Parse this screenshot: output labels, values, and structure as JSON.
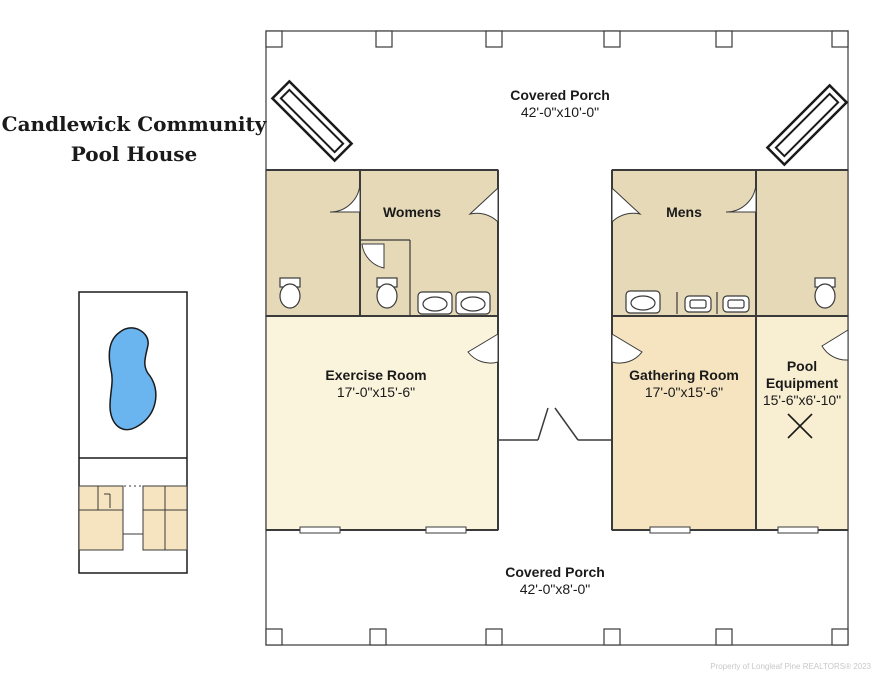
{
  "title": {
    "line1": "Candlewick Community",
    "line2": "Pool House"
  },
  "rooms": {
    "porch_top": {
      "name": "Covered Porch",
      "dims": "42'-0\"x10'-0\""
    },
    "womens": {
      "name": "Womens"
    },
    "mens": {
      "name": "Mens"
    },
    "exercise": {
      "name": "Exercise Room",
      "dims": "17'-0\"x15'-6\""
    },
    "gathering": {
      "name": "Gathering Room",
      "dims": "17'-0\"x15'-6\""
    },
    "pool_equipment": {
      "name_line1": "Pool",
      "name_line2": "Equipment",
      "dims": "15'-6\"x6'-10\""
    },
    "porch_bottom": {
      "name": "Covered Porch",
      "dims": "42'-0\"x8'-0\""
    }
  },
  "colors": {
    "wall": "#3a3a3a",
    "restroom_fill": "#e6d9b8",
    "exercise_fill": "#fbf4dc",
    "gathering_fill": "#f5e4bf",
    "equipment_fill": "#f8efd2",
    "pool_water": "#6ab4f0",
    "background": "#ffffff"
  },
  "watermark": "Property of Longleaf Pine REALTORS®  2023"
}
